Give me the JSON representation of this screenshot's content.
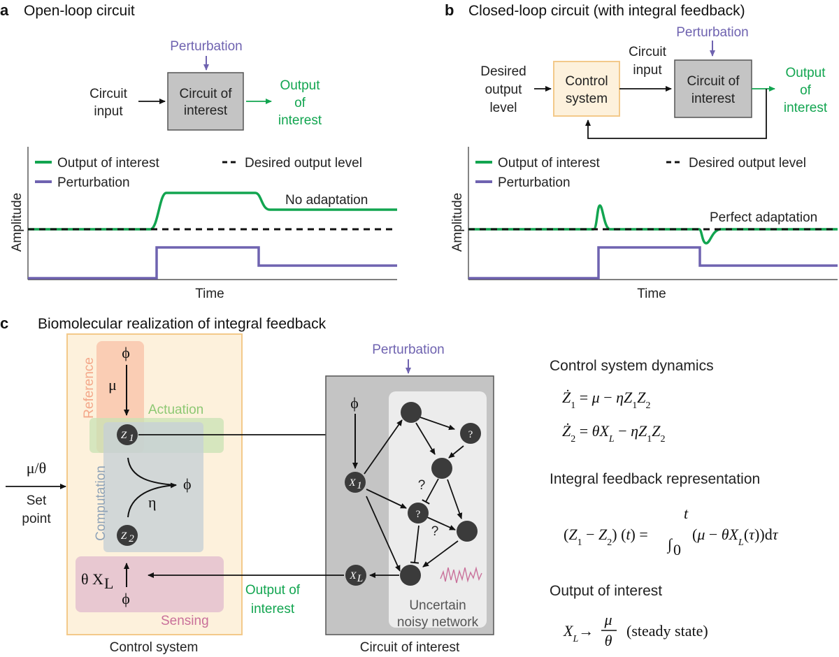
{
  "panel_a": {
    "letter": "a",
    "title": "Open-loop circuit",
    "perturbation": "Perturbation",
    "input_line1": "Circuit",
    "input_line2": "input",
    "box_line1": "Circuit of",
    "box_line2": "interest",
    "output_line1": "Output",
    "output_line2": "of",
    "output_line3": "interest",
    "legend_output": "Output of interest",
    "legend_desired": "Desired output level",
    "legend_perturbation": "Perturbation",
    "annotation": "No adaptation",
    "ylabel": "Amplitude",
    "xlabel": "Time"
  },
  "panel_b": {
    "letter": "b",
    "title": "Closed-loop circuit (with integral feedback)",
    "perturbation": "Perturbation",
    "desired_line1": "Desired",
    "desired_line2": "output",
    "desired_line3": "level",
    "control_line1": "Control",
    "control_line2": "system",
    "input_line1": "Circuit",
    "input_line2": "input",
    "box_line1": "Circuit of",
    "box_line2": "interest",
    "output_line1": "Output",
    "output_line2": "of",
    "output_line3": "interest",
    "legend_output": "Output of interest",
    "legend_desired": "Desired output level",
    "legend_perturbation": "Perturbation",
    "annotation": "Perfect adaptation",
    "ylabel": "Amplitude",
    "xlabel": "Time"
  },
  "panel_c": {
    "letter": "c",
    "title": "Biomolecular realization of integral feedback",
    "reference": "Reference",
    "actuation": "Actuation",
    "computation": "Computation",
    "sensing": "Sensing",
    "phi": "ϕ",
    "mu": "μ",
    "eta": "η",
    "theta_xl": "θ X",
    "sub_l": "L",
    "z1": "Z",
    "z2": "Z",
    "sub1": "1",
    "sub2": "2",
    "x1": "X",
    "xl": "X",
    "question": "?",
    "mu_over_theta": "μ/θ",
    "set_line1": "Set",
    "set_line2": "point",
    "perturbation": "Perturbation",
    "output_line1": "Output of",
    "output_line2": "interest",
    "uncertain_line1": "Uncertain",
    "uncertain_line2": "noisy network",
    "control_caption": "Control system",
    "circuit_caption": "Circuit of interest",
    "eq_title_dynamics": "Control system dynamics",
    "eq1": "Ż1 = μ − ηZ1Z2",
    "eq2": "Ż2 = θXL − ηZ1Z2",
    "eq_title_integral": "Integral feedback representation",
    "eq3": "(Z1 − Z2) (t) = ∫0t (μ − θXL(τ))dτ",
    "eq_title_output": "Output of interest",
    "eq4": "XL → μ/θ (steady state)"
  },
  "colors": {
    "green": "#12a550",
    "purple": "#6f63b0",
    "box_gray": "#c4c4c4",
    "control_fill": "#fdf1dc",
    "control_stroke": "#f3c98a",
    "dark_node": "#3b3b3b"
  }
}
